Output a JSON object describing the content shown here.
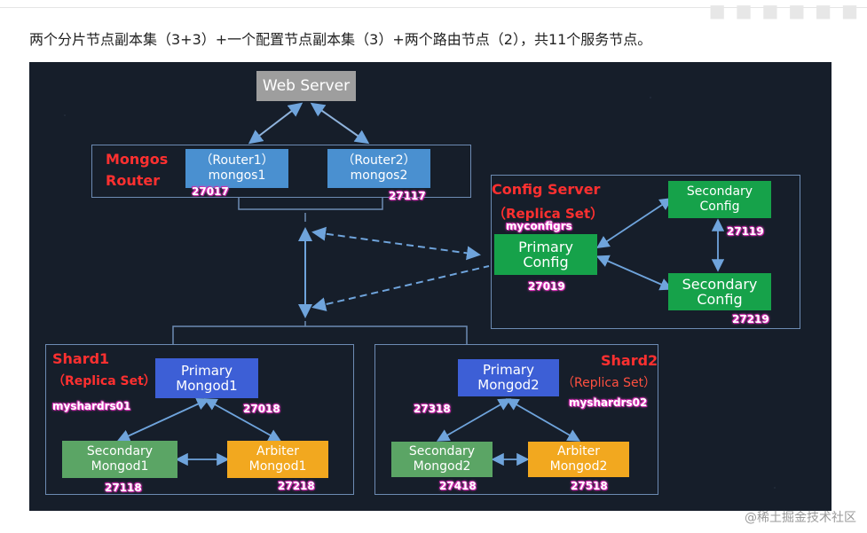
{
  "header": {
    "text": "两个分片节点副本集（3+3）+一个配置节点副本集（3）+两个路由节点（2），共11个服务节点。"
  },
  "diagram": {
    "web_server": "Web Server",
    "mongos_router": {
      "title_line1": "Mongos",
      "title_line2": "Router"
    },
    "router1": {
      "line1": "（Router1）",
      "line2": "mongos1",
      "port": "27017"
    },
    "router2": {
      "line1": "（Router2）",
      "line2": "mongos2",
      "port": "27117"
    },
    "config_server": {
      "title": "Config Server",
      "subtitle": "（Replica Set）",
      "set_name": "myconfigrs",
      "primary": {
        "line1": "Primary",
        "line2": "Config",
        "port": "27019"
      },
      "secondary1": {
        "line1": "Secondary",
        "line2": "Config",
        "port": "27119"
      },
      "secondary2": {
        "line1": "Secondary",
        "line2": "Config",
        "port": "27219"
      }
    },
    "shard1": {
      "title": "Shard1",
      "subtitle": "（Replica Set）",
      "set_name": "myshardrs01",
      "primary": {
        "line1": "Primary",
        "line2": "Mongod1",
        "port": "27018"
      },
      "secondary": {
        "line1": "Secondary",
        "line2": "Mongod1",
        "port": "27118"
      },
      "arbiter": {
        "line1": "Arbiter",
        "line2": "Mongod1",
        "port": "27218"
      }
    },
    "shard2": {
      "title": "Shard2",
      "subtitle": "（Replica Set）",
      "set_name": "myshardrs02",
      "primary": {
        "line1": "Primary",
        "line2": "Mongod2",
        "port": "27318"
      },
      "secondary": {
        "line1": "Secondary",
        "line2": "Mongod2",
        "port": "27418"
      },
      "arbiter": {
        "line1": "Arbiter",
        "line2": "Mongod2",
        "port": "27518"
      }
    }
  },
  "colors": {
    "background": "#161e2a",
    "web_server": "#9e9e9e",
    "router": "#4a90d0",
    "config_node": "#16a24a",
    "primary_mongod": "#3d5fd6",
    "secondary_mongod": "#5ba565",
    "arbiter": "#f2a81f",
    "label_red": "#ff3030",
    "line": "#6fa4dc"
  },
  "watermark": "@稀土掘金技术社区"
}
